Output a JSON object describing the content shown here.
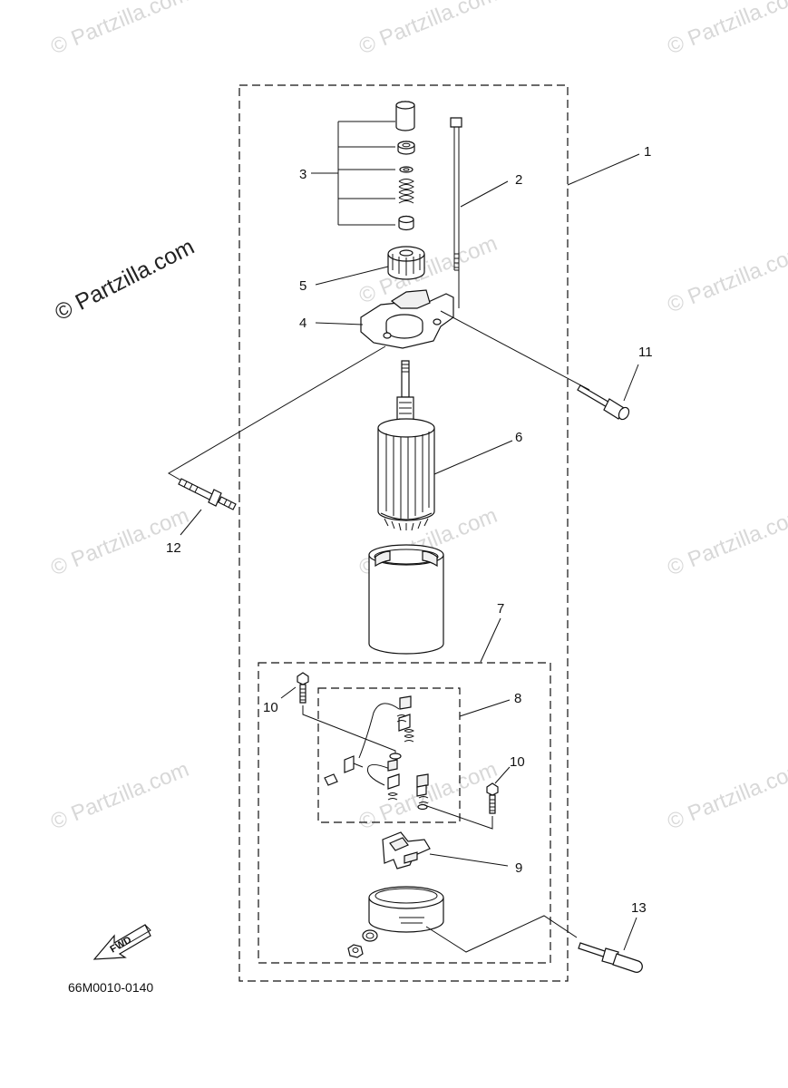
{
  "watermark": {
    "main": "© Partzilla.com",
    "repeat": "© Partzilla.com"
  },
  "diagram_code": "66M0010-0140",
  "fwd_label": "FWD",
  "callouts": [
    "1",
    "2",
    "3",
    "4",
    "5",
    "6",
    "7",
    "8",
    "9",
    "10",
    "10",
    "11",
    "12",
    "13"
  ]
}
